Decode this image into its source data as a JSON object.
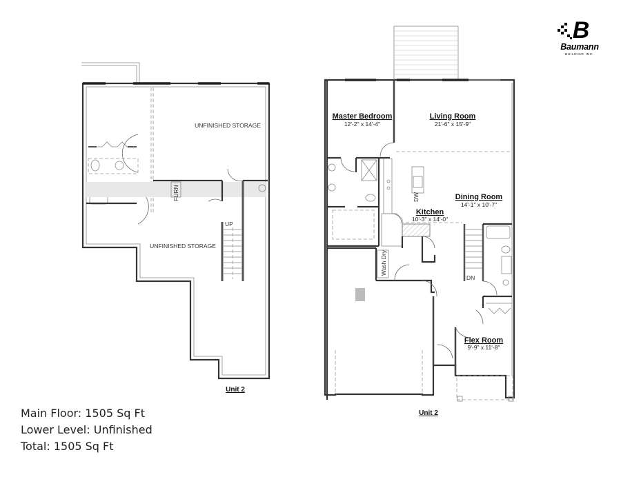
{
  "logo": {
    "mark": "B",
    "name": "Baumann",
    "subtitle": "BUILDING INC."
  },
  "lower_level": {
    "unit_label": "Unit 2",
    "rooms": [
      {
        "name": "UNFINISHED STORAGE"
      },
      {
        "name": "UNFINISHED STORAGE"
      }
    ],
    "labels": {
      "furnace": "FURN",
      "stairs_up": "UP"
    }
  },
  "main_floor": {
    "unit_label": "Unit 2",
    "rooms": [
      {
        "name": "Master Bedroom",
        "dimensions": "12'-2\" x 14'-4\""
      },
      {
        "name": "Living Room",
        "dimensions": "21'-6\" x 15'-9\""
      },
      {
        "name": "Dining Room",
        "dimensions": "14'-1\" x 10'-7\""
      },
      {
        "name": "Kitchen",
        "dimensions": "10'-3\" x 14'-0\""
      },
      {
        "name": "Flex Room",
        "dimensions": "9'-9\" x 11'-8\""
      }
    ],
    "labels": {
      "dishwasher": "DW",
      "laundry": "Wash Dry",
      "stairs_down": "DN"
    }
  },
  "summary": {
    "main_floor": "Main Floor: 1505 Sq Ft",
    "lower_level": "Lower Level: Unfinished",
    "total": "Total: 1505 Sq Ft"
  }
}
